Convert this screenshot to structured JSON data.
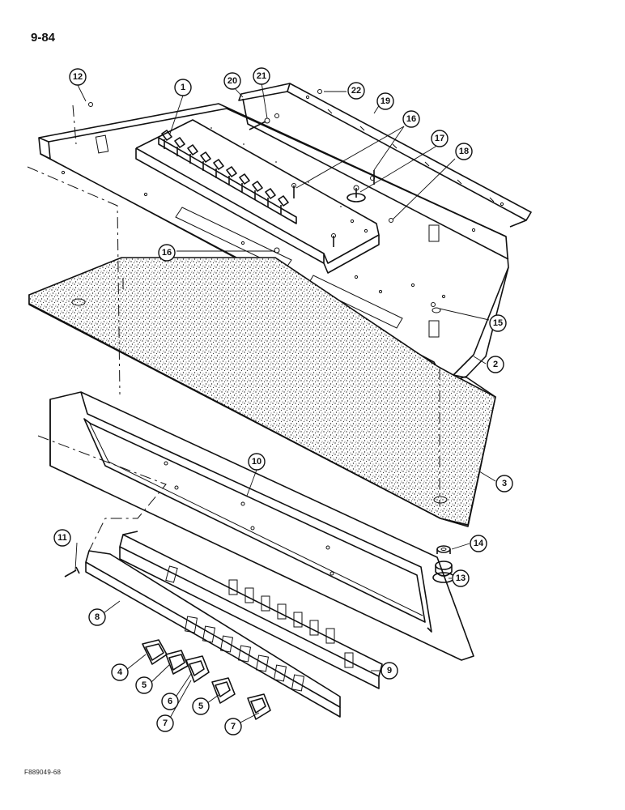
{
  "page_number": "9-84",
  "figure_code": "F889049-68",
  "callouts": {
    "c1": "1",
    "c2": "2",
    "c3": "3",
    "c4": "4",
    "c5a": "5",
    "c5b": "5",
    "c6": "6",
    "c7a": "7",
    "c7b": "7",
    "c8": "8",
    "c9": "9",
    "c10": "10",
    "c11": "11",
    "c12": "12",
    "c13": "13",
    "c14": "14",
    "c15": "15",
    "c16a": "16",
    "c16b": "16",
    "c17": "17",
    "c18": "18",
    "c19": "19",
    "c20": "20",
    "c21": "21",
    "c22": "22"
  }
}
